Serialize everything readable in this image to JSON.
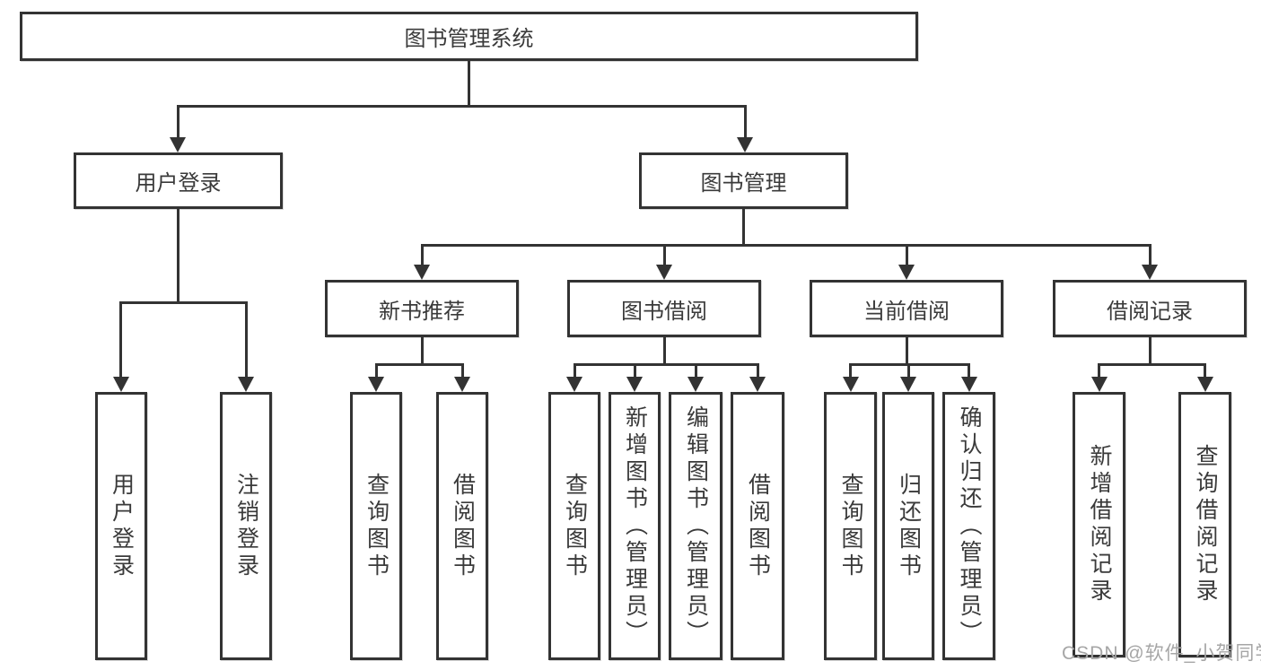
{
  "diagram": {
    "root": {
      "label": "图书管理系统"
    },
    "branches": [
      {
        "label": "用户登录",
        "children": [
          {
            "label": "用户登录"
          },
          {
            "label": "注销登录"
          }
        ]
      },
      {
        "label": "图书管理",
        "children": [
          {
            "label": "新书推荐",
            "children": [
              {
                "label": "查询图书"
              },
              {
                "label": "借阅图书"
              }
            ]
          },
          {
            "label": "图书借阅",
            "children": [
              {
                "label": "查询图书"
              },
              {
                "label": "新增图书（管理员）"
              },
              {
                "label": "编辑图书（管理员）"
              },
              {
                "label": "借阅图书"
              }
            ]
          },
          {
            "label": "当前借阅",
            "children": [
              {
                "label": "查询图书"
              },
              {
                "label": "归还图书"
              },
              {
                "label": "确认归还（管理员）"
              }
            ]
          },
          {
            "label": "借阅记录",
            "children": [
              {
                "label": "新增借阅记录"
              },
              {
                "label": "查询借阅记录"
              }
            ]
          }
        ]
      }
    ],
    "watermark": "CSDN @软件_小贺同学",
    "colors": {
      "border": "#333333",
      "text": "#3a3a3a",
      "watermark": "#a6a6a6",
      "background": "#ffffff"
    }
  }
}
